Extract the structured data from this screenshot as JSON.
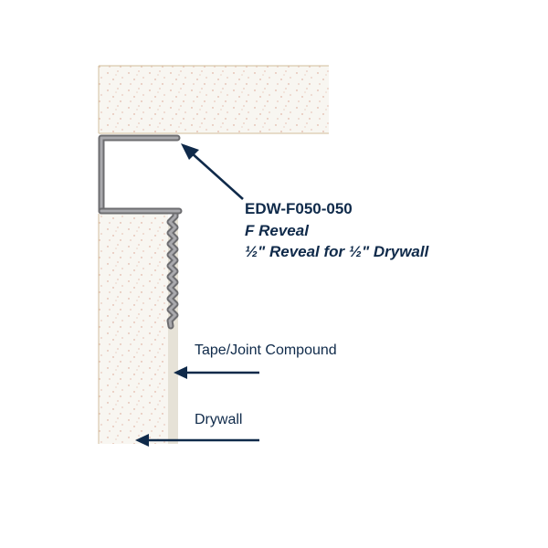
{
  "callout": {
    "part_number": "EDW-F050-050",
    "part_name": "F Reveal",
    "part_description": "½\" Reveal for ½\" Drywall"
  },
  "labels": {
    "tape_joint": "Tape/Joint Compound",
    "drywall": "Drywall"
  },
  "colors": {
    "text": "#0f2a4a",
    "arrow": "#0f2a4a",
    "drywall_fill": "#f8f6f1",
    "drywall_edge": "#d9c9ad",
    "speckle": "#d79b86",
    "trim_outer": "#6d6d70",
    "trim_inner": "#a9a9ad",
    "joint_compound": "#e6e2d7"
  }
}
